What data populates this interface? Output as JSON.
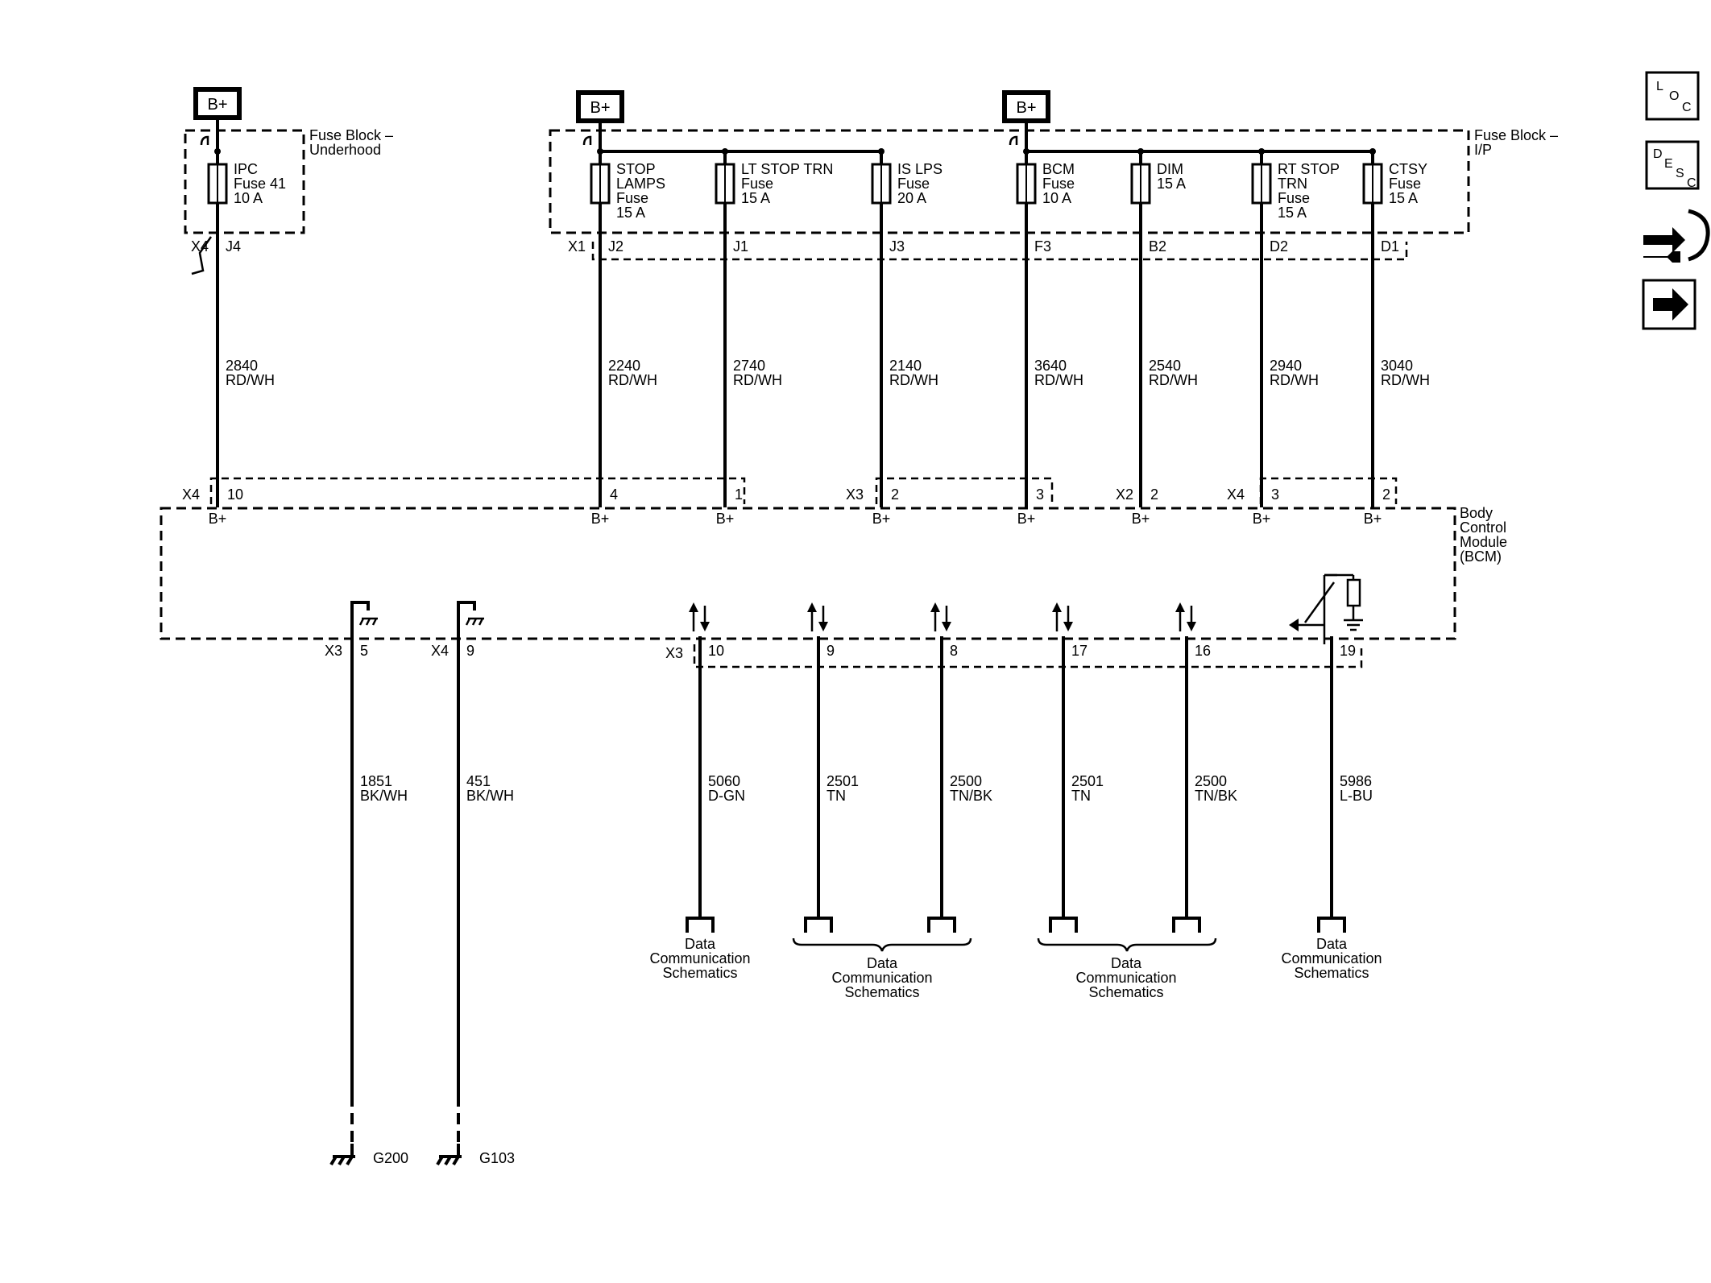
{
  "power": {
    "b_plus": "B+"
  },
  "fuse_blocks": {
    "underhood": [
      "Fuse Block –",
      "Underhood"
    ],
    "ip": [
      "Fuse Block –",
      "I/P"
    ]
  },
  "module": [
    "Body",
    "Control",
    "Module",
    "(BCM)"
  ],
  "fuses": [
    {
      "id": "ipc",
      "lines": [
        "IPC",
        "Fuse 41",
        "10 A"
      ],
      "pin": "J4",
      "wire": [
        "2840",
        "RD/WH"
      ],
      "bcm_pin": "10",
      "pin_label": "B+"
    },
    {
      "id": "stop",
      "lines": [
        "STOP",
        "LAMPS",
        "Fuse",
        "15 A"
      ],
      "pin": "J2",
      "wire": [
        "2240",
        "RD/WH"
      ],
      "bcm_pin": "4",
      "pin_label": "B+"
    },
    {
      "id": "ltstop",
      "lines": [
        "LT STOP TRN",
        "Fuse",
        "15 A"
      ],
      "pin": "J1",
      "wire": [
        "2740",
        "RD/WH"
      ],
      "bcm_pin": "1",
      "pin_label": "B+"
    },
    {
      "id": "islps",
      "lines": [
        "IS LPS",
        "Fuse",
        "20 A"
      ],
      "pin": "J3",
      "wire": [
        "2140",
        "RD/WH"
      ],
      "bcm_pin": "2",
      "pin_label": "B+"
    },
    {
      "id": "bcm",
      "lines": [
        "BCM",
        "Fuse",
        "10 A"
      ],
      "pin": "F3",
      "wire": [
        "3640",
        "RD/WH"
      ],
      "bcm_pin": "3",
      "pin_label": "B+"
    },
    {
      "id": "dim",
      "lines": [
        "DIM",
        "15 A"
      ],
      "pin": "B2",
      "wire": [
        "2540",
        "RD/WH"
      ],
      "bcm_pin": "2",
      "pin_label": "B+"
    },
    {
      "id": "rtstop",
      "lines": [
        "RT STOP",
        "TRN",
        "Fuse",
        "15 A"
      ],
      "pin": "D2",
      "wire": [
        "2940",
        "RD/WH"
      ],
      "bcm_pin": "3",
      "pin_label": "B+"
    },
    {
      "id": "ctsy",
      "lines": [
        "CTSY",
        "Fuse",
        "15 A"
      ],
      "pin": "D1",
      "wire": [
        "3040",
        "RD/WH"
      ],
      "bcm_pin": "2",
      "pin_label": "B+"
    }
  ],
  "connectors": {
    "x4": "X4",
    "x1": "X1",
    "x3": "X3",
    "x2": "X2"
  },
  "grounds": [
    {
      "conn": "X3",
      "pin": "5",
      "wire": [
        "1851",
        "BK/WH"
      ],
      "ground": "G200"
    },
    {
      "conn": "X4",
      "pin": "9",
      "wire": [
        "451",
        "BK/WH"
      ],
      "ground": "G103"
    }
  ],
  "data_lines": [
    {
      "pin": "10",
      "wire": [
        "5060",
        "D-GN"
      ]
    },
    {
      "pin": "9",
      "wire": [
        "2501",
        "TN"
      ]
    },
    {
      "pin": "8",
      "wire": [
        "2500",
        "TN/BK"
      ]
    },
    {
      "pin": "17",
      "wire": [
        "2501",
        "TN"
      ]
    },
    {
      "pin": "16",
      "wire": [
        "2500",
        "TN/BK"
      ]
    },
    {
      "pin": "19",
      "wire": [
        "5986",
        "L-BU"
      ]
    }
  ],
  "data_lines_conn": "X3",
  "data_comm": [
    "Data",
    "Communication",
    "Schematics"
  ],
  "nav": {
    "loc": [
      "L",
      "O",
      "C"
    ],
    "desc": [
      "D",
      "E",
      "S",
      "C"
    ]
  }
}
